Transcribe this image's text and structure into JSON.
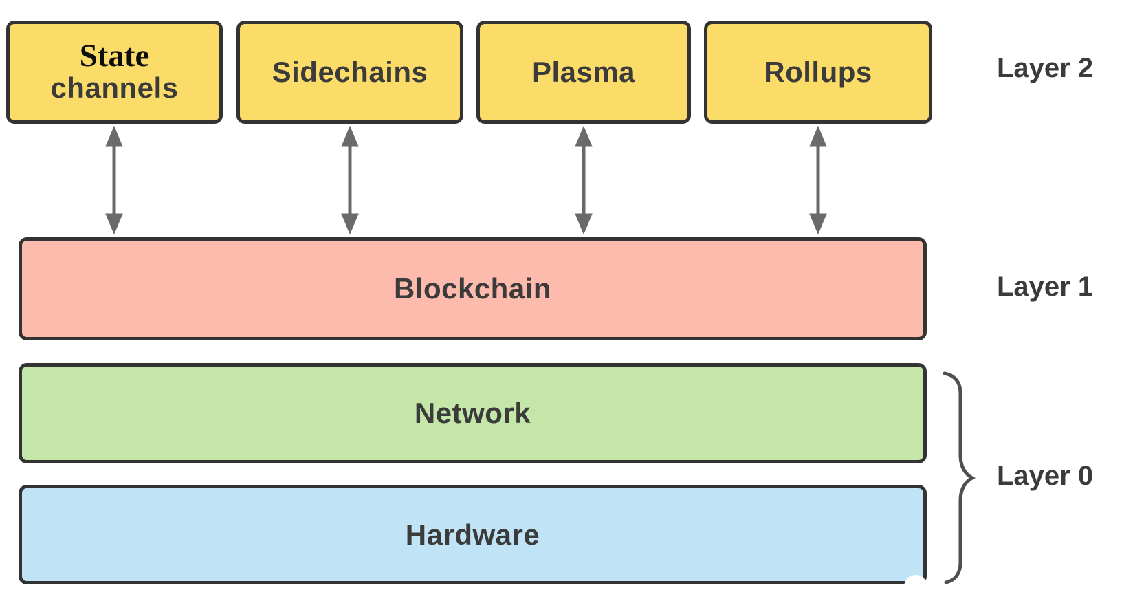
{
  "layers": {
    "layer2": {
      "side_label": "Layer 2",
      "boxes": [
        {
          "line1": "State",
          "line2": "channels"
        },
        {
          "label": "Sidechains"
        },
        {
          "label": "Plasma"
        },
        {
          "label": "Rollups"
        }
      ]
    },
    "layer1": {
      "side_label": "Layer 1",
      "boxes": [
        {
          "label": "Blockchain"
        }
      ]
    },
    "layer0": {
      "side_label": "Layer 0",
      "boxes": [
        {
          "label": "Network"
        },
        {
          "label": "Hardware"
        }
      ]
    }
  },
  "colors": {
    "layer2_box_fill": "#fbdc69",
    "blockchain_box_fill": "#fdbbad",
    "network_box_fill": "#c5e6a9",
    "hardware_box_fill": "#c0e3f5",
    "box_border": "#333333",
    "arrow": "#6a6a6a",
    "brace": "#4f4f4f",
    "label_text": "#3b3b3b",
    "state_serif_text": "#0d0d0d"
  },
  "icons": {
    "double_arrow": "double-headed vertical arrow",
    "brace": "right curly brace grouping Network and Hardware"
  }
}
